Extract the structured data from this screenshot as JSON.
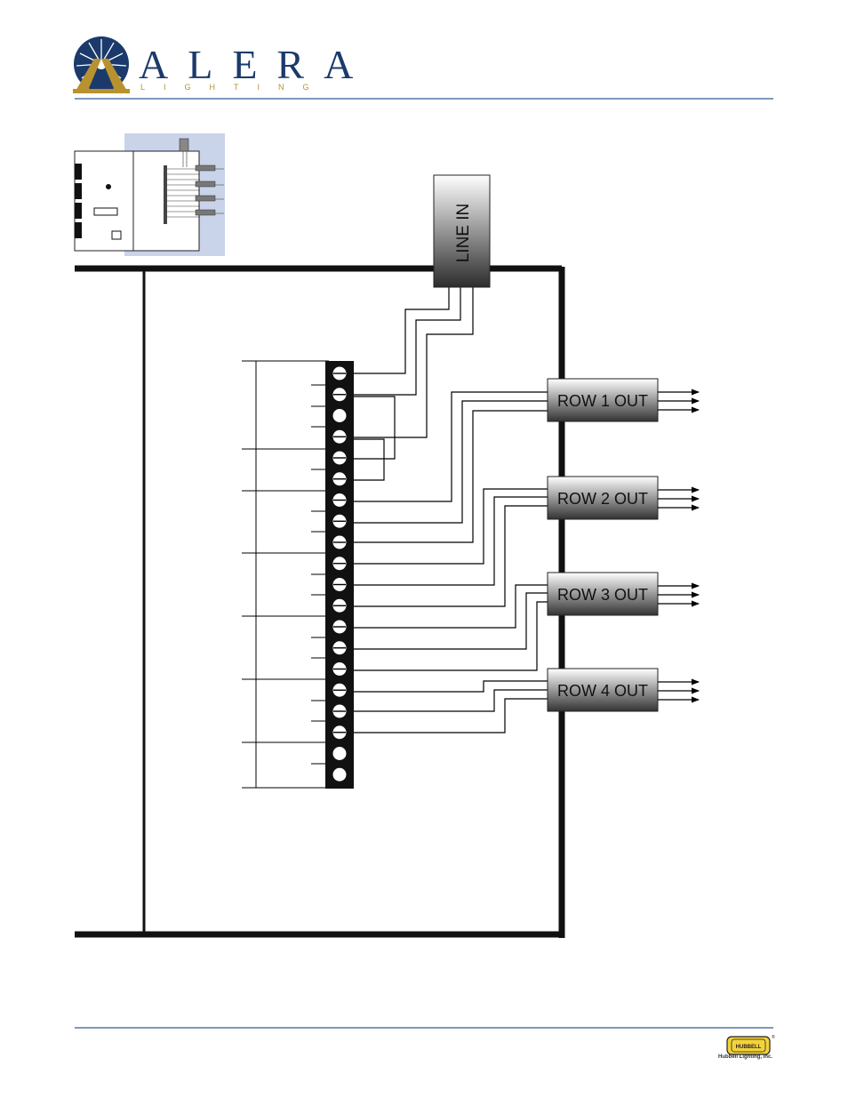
{
  "brand": {
    "name": "ALERA",
    "subtitle": "LIGHTING"
  },
  "diagram": {
    "line_in_label": "LINE IN",
    "row_outputs": [
      {
        "label": "ROW 1 OUT"
      },
      {
        "label": "ROW 2 OUT"
      },
      {
        "label": "ROW 3 OUT"
      },
      {
        "label": "ROW 4 OUT"
      }
    ],
    "terminal_count": 20
  },
  "footer": {
    "caption": "Hubbell Lighting, Inc.",
    "logo_text": "HUBBELL"
  },
  "colors": {
    "rule": "#7f98bd",
    "brand_navy": "#1b3a6b",
    "brand_gold": "#b8922e",
    "thumbnail_bg": "#c9d3ea",
    "hubbell_yellow": "#f3d23a"
  }
}
